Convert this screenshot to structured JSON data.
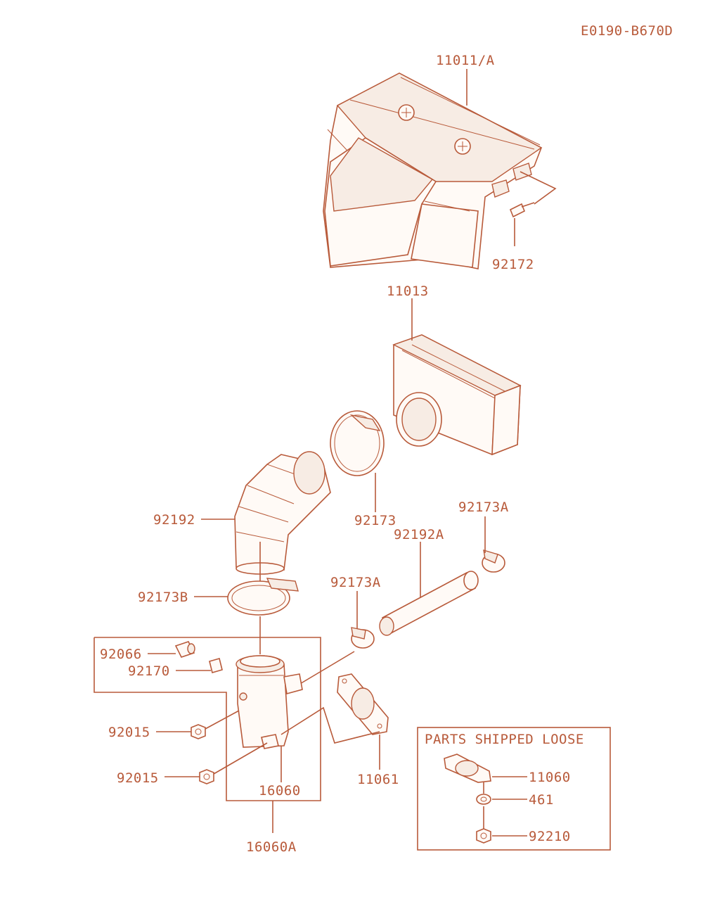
{
  "drawing_code": "E0190-B670D",
  "labels": {
    "p11011A": "11011/A",
    "p92172": "92172",
    "p11013": "11013",
    "p92192": "92192",
    "p92173": "92173",
    "p92173A_top": "92173A",
    "p92192A": "92192A",
    "p92173A_mid": "92173A",
    "p92173B": "92173B",
    "p92066": "92066",
    "p92170": "92170",
    "p92015_a": "92015",
    "p92015_b": "92015",
    "p16060": "16060",
    "p11061": "11061",
    "p16060A": "16060A"
  },
  "loose_box": {
    "title": "PARTS SHIPPED LOOSE",
    "p11060": "11060",
    "p461": "461",
    "p92210": "92210"
  },
  "colors": {
    "line": "#b85a3a",
    "fill": "#fffaf6"
  }
}
